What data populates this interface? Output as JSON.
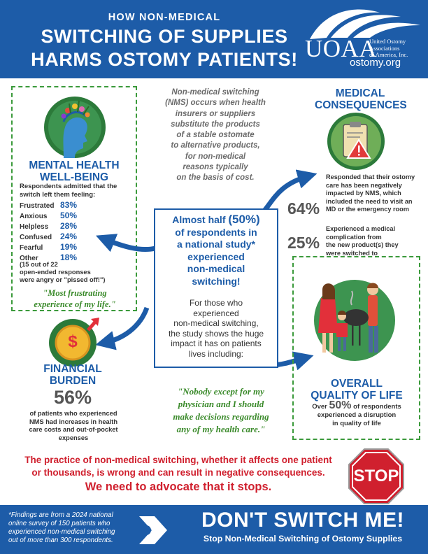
{
  "header": {
    "subtitle": "HOW NON-MEDICAL",
    "title_line1": "SWITCHING OF SUPPLIES",
    "title_line2": "HARMS OSTOMY PATIENTS!",
    "logo_abbr": "UOAA",
    "logo_org_line1": "United Ostomy",
    "logo_org_line2": "Associations",
    "logo_org_line3": "of America, Inc.",
    "logo_url": "ostomy.org"
  },
  "mental_health": {
    "title_line1": "MENTAL HEALTH",
    "title_line2": "WELL-BEING",
    "intro_line1": "Respondents admitted that the",
    "intro_line2": "switch left them feeling:",
    "feelings": [
      {
        "label": "Frustrated",
        "value": "83%"
      },
      {
        "label": "Anxious",
        "value": "50%"
      },
      {
        "label": "Helpless",
        "value": "28%"
      },
      {
        "label": "Confused",
        "value": "24%"
      },
      {
        "label": "Fearful",
        "value": "19%"
      },
      {
        "label": "Other",
        "value": "18%"
      }
    ],
    "other_note_line1": "(15 out of 22",
    "other_note_line2": "open-ended responses",
    "other_note_line3": "were angry or \"pissed off!\")",
    "quote_line1": "\"Most frustrating",
    "quote_line2": "experience of  my life.\""
  },
  "definition": {
    "lines": [
      "Non-medical switching",
      "(NMS) occurs when health",
      "insurers or suppliers",
      "substitute the products",
      "of a stable ostomate",
      "to alternative products,",
      "for non-medical",
      "reasons typically",
      "on the basis of cost."
    ]
  },
  "center": {
    "head_line1_pre": "Almost half ",
    "head_line1_pct": "(50%)",
    "head_line2": "of respondents in",
    "head_line3": "a national study*",
    "head_line4": "experienced",
    "head_line5": "non-medical",
    "head_line6": "switching!",
    "body_lines": [
      "For those who",
      "experienced",
      "non-medical switching,",
      "the study shows the huge",
      "impact it has on patients",
      "lives including:"
    ]
  },
  "medical": {
    "title_line1": "MEDICAL",
    "title_line2": "CONSEQUENCES",
    "stat1_pct": "64%",
    "stat1_lines": [
      "Responded that their ostomy",
      "care has been negatively",
      "impacted by NMS, which",
      "included the need to visit an",
      "MD or the emergency room"
    ],
    "stat2_pct": "25%",
    "stat2_lines": [
      "Experienced a medical",
      "complication from",
      "the new product(s) they",
      "were switched to"
    ]
  },
  "financial": {
    "title_line1": "FINANCIAL",
    "title_line2": "BURDEN",
    "pct": "56%",
    "lines": [
      "of patients who experienced",
      "NMS had increases in health",
      "care costs and out-of-pocket",
      "expenses"
    ],
    "icon_symbol": "$"
  },
  "doctor_quote": {
    "lines": [
      "\"Nobody except for my",
      "physician and I should",
      "make decisions regarding",
      "any of my health care.\""
    ]
  },
  "quality": {
    "title_line1": "OVERALL",
    "title_line2": "QUALITY OF LIFE",
    "pre": "Over ",
    "pct": "50%",
    "post": " of respondents",
    "line2": "experienced a disruption",
    "line3": "in quality of life"
  },
  "advocacy": {
    "line1": "The practice of non-medical switching, whether it affects one patient",
    "line2": "or thousands, is wrong and can result in negative consequences.",
    "line3": "We need to advocate that it stops.",
    "stop_sign": "STOP"
  },
  "footer": {
    "note_lines": [
      "*Findings are from a 2024 national",
      "online survey of 150 patients who",
      "experienced non-medical switching",
      "out of more than 300 respondents."
    ],
    "title": "DON'T SWITCH ME!",
    "subtitle": "Stop Non-Medical Switching of Ostomy Supplies"
  },
  "colors": {
    "brand_blue": "#1d5ca8",
    "accent_green": "#3b9a3b",
    "alert_red": "#d0202e"
  }
}
